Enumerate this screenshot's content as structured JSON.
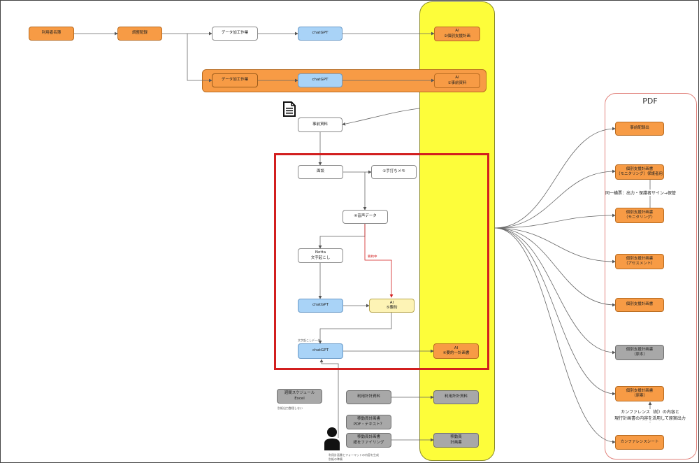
{
  "nodes": {
    "riyousha_meibo": "利用者名簿",
    "keiyaku_hairyo": "調整配録",
    "data_kakou_1": "データ加工作業",
    "chatgpt_1": "chatGPT",
    "ai_kobetsu": "AI\n②個別支援計画",
    "data_kakou_2": "データ加工作業",
    "chatgpt_2": "chatGPT",
    "ai_kyouiku": "AI\n①事前資料",
    "jizen_shiryou": "事前資料",
    "mendan": "面談",
    "tegaki_memo": "①手打ちメモ",
    "onsei_data": "④音声データ",
    "notta": "Notta\n文字起こし",
    "chatgpt_3": "chatGPT",
    "ai_youyaku": "AI\n⑤要約",
    "chatgpt_4": "chatGPT",
    "ai_youyaku_keikaku": "AI\n④要約一計画書",
    "shuukan_schedule": "週間スケジュール\nExcel",
    "riyou_keikaku_shiryou": "利用計計資料",
    "riyou_keikaku_shiryou_ai": "利用計計資料",
    "kyuuyo_pdf": "移動員計画書\nPDF・テキスト？",
    "kyuuyo_file": "移動員計画書\n紙をファイリング",
    "kyuuyo_keikakusho": "移動員\n計画書",
    "pdf_1": "事前配録出",
    "pdf_2": "個別支援計画書\n（モニタリング）保護者用",
    "pdf_3": "個別支援計画書\n（モニタリング）",
    "pdf_4": "個別支援計画書\n（アセスメント）",
    "pdf_5": "個別支援計画書",
    "pdf_6": "個別支援計画書\n（原本）",
    "pdf_7": "個別支援計画書\n（原案）",
    "pdf_8": "カンファレンスシート"
  },
  "labels": {
    "pdf_title": "PDF",
    "same_sheet_note": "同一横票：出力・保護者サイン→保管",
    "conference_note": "カンファレンス（前）の内容と\n現行計画書の内容を活用して原案出力",
    "red_arrow_label": "要約中",
    "small_note_chatgpt": "文字起こしデータ",
    "small_note_schedule": "別紙出力整理しない",
    "small_note_person_1": "利用計画書とフォーマットの内容を生成",
    "small_note_person_2": "別紙の準備"
  },
  "icons": {
    "document": "document-icon",
    "person": "person-icon"
  },
  "colors": {
    "ai_lane": "#fdfd3a",
    "orange": "#f79b45",
    "blue": "#a9d3f7",
    "gray": "#a8a8a8",
    "highlight_box": "#d21f1f",
    "pdf_panel_border": "#e2837d"
  }
}
